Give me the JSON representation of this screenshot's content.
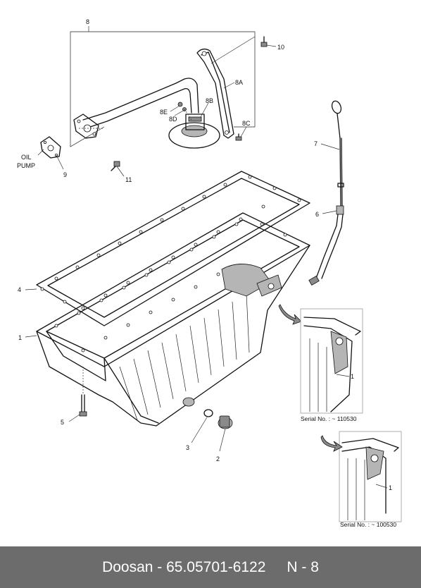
{
  "diagram": {
    "labels": {
      "c8": "8",
      "c10": "10",
      "c8A": "8A",
      "c8B": "8B",
      "c8E": "8E",
      "c8D": "8D",
      "c8C": "8C",
      "c7": "7",
      "c6": "6",
      "c9": "9",
      "c11": "11",
      "oil": "OIL",
      "pump": "PUMP",
      "c4": "4",
      "c1": "1",
      "c5": "5",
      "c3": "3",
      "c2": "2",
      "c1_detail_a": "1",
      "c1_detail_b": "1",
      "serial_a": "Serial No. : ~ 110530",
      "serial_b": "Serial No. : ~ 100530"
    }
  },
  "footer": {
    "brand_part": "Doosan - 65.05701-6122",
    "page": "N - 8"
  }
}
